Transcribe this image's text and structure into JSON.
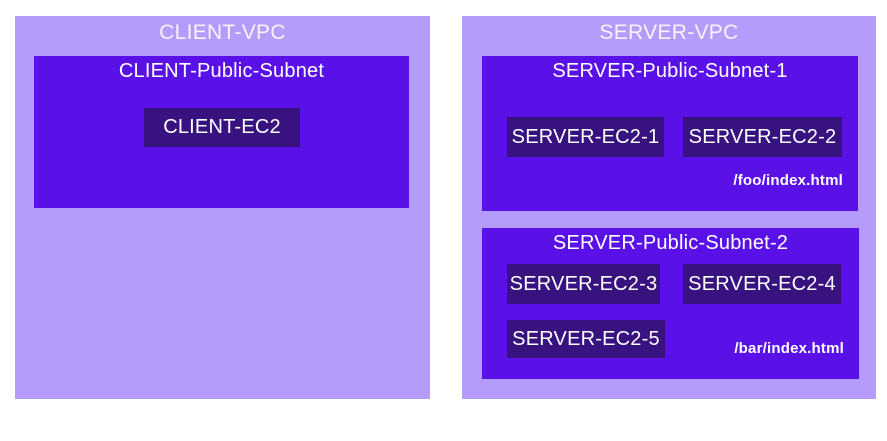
{
  "colors": {
    "vpc_bg": "#b69cfa",
    "subnet_bg": "#5a11e8",
    "ec2_bg": "#381380",
    "text": "#ffffff"
  },
  "client_vpc": {
    "title": "CLIENT-VPC",
    "subnet": {
      "title": "CLIENT-Public-Subnet",
      "ec2s": [
        "CLIENT-EC2"
      ]
    }
  },
  "server_vpc": {
    "title": "SERVER-VPC",
    "subnets": [
      {
        "title": "SERVER-Public-Subnet-1",
        "ec2s": [
          "SERVER-EC2-1",
          "SERVER-EC2-2"
        ],
        "path": "/foo/index.html"
      },
      {
        "title": "SERVER-Public-Subnet-2",
        "ec2s": [
          "SERVER-EC2-3",
          "SERVER-EC2-4",
          "SERVER-EC2-5"
        ],
        "path": "/bar/index.html"
      }
    ]
  }
}
